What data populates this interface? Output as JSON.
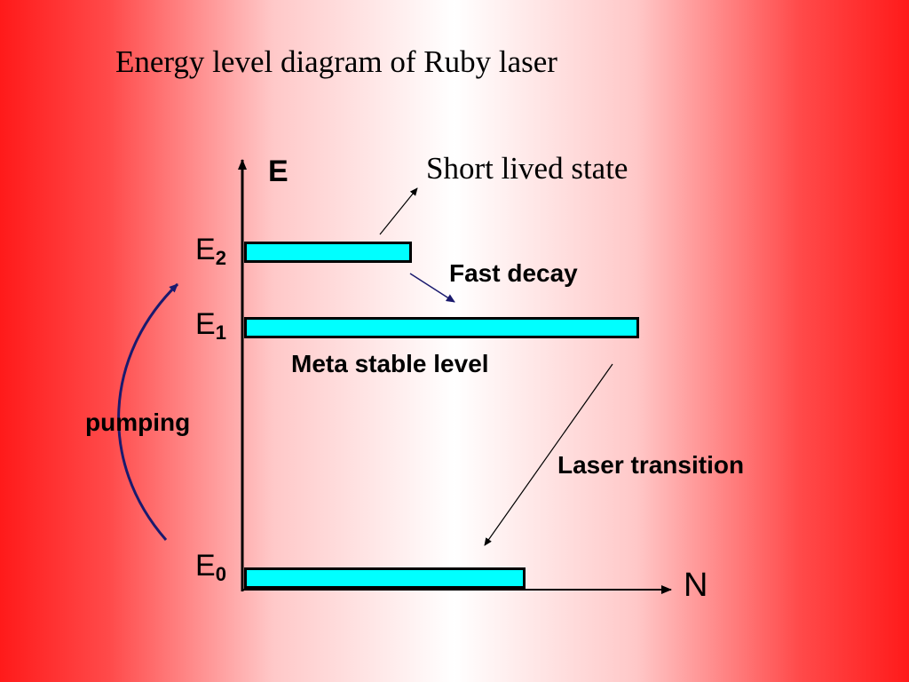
{
  "title": "Energy level diagram of Ruby laser",
  "axes": {
    "y_label": "E",
    "x_label": "N"
  },
  "levels": {
    "e2": {
      "symbol": "E",
      "subscript": "2"
    },
    "e1": {
      "symbol": "E",
      "subscript": "1"
    },
    "e0": {
      "symbol": "E",
      "subscript": "0"
    }
  },
  "annotations": {
    "short_lived": "Short lived state",
    "fast_decay": "Fast decay",
    "meta_stable": "Meta stable level",
    "pumping": "pumping",
    "laser_transition": "Laser transition"
  },
  "colors": {
    "level_fill": "#00ffff",
    "arrow_navy": "#1a1a6e",
    "background_edge": "#ff1a1a"
  }
}
